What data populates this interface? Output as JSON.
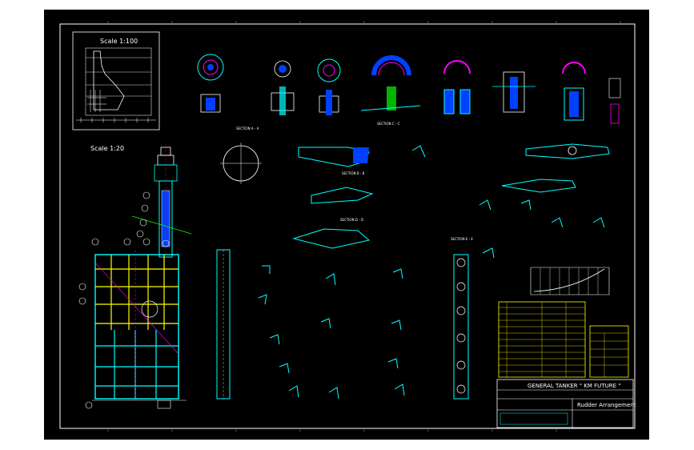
{
  "scale_labels": {
    "large": "Scale 1:100",
    "small": "Scale 1:20"
  },
  "title_block": {
    "project": "GENERAL TANKER \" KM FUTURE \"",
    "drawing_title": "Rudder Arrangement"
  },
  "sections": {
    "a": "SECTION A - A",
    "b": "SECTION B - B",
    "c": "SECTION C - C",
    "d": "SECTION D - D",
    "e": "SECTION E - E"
  },
  "colors": {
    "sheet": "#000000",
    "border": "#ffffff",
    "outline": "#00ffff",
    "detail_white": "#ffffff",
    "rudder_yellow": "#ffff00",
    "magenta": "#ff00ff",
    "blue": "#0040ff",
    "green": "#00ff00",
    "red": "#ff0000"
  }
}
